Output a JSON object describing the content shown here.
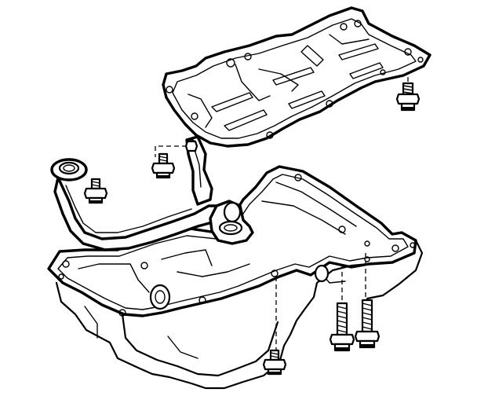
{
  "figure": {
    "kind": "exploded-view line drawing",
    "style": "black-and-white",
    "colors": {
      "line": "#000000",
      "background": "#ffffff"
    },
    "parts": [
      "oil-pan-baffle",
      "oil-pump-pickup-tube",
      "oil-pan",
      "baffle-bolt",
      "pickup-tube-bolt",
      "pickup-bracket-nut",
      "oil-pan-bolt",
      "oil-pan-long-bolt"
    ]
  }
}
